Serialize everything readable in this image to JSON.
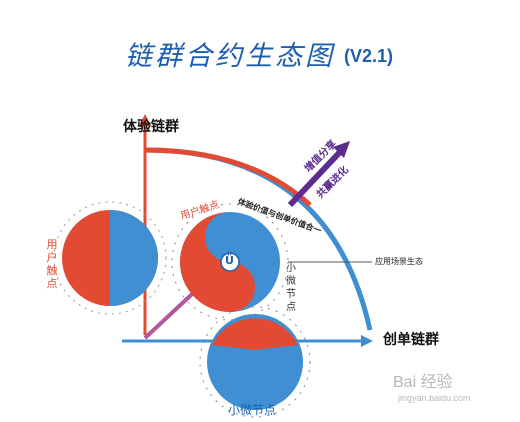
{
  "title": "链群合约生态图",
  "version": "(V2.1)",
  "axis_y_label": "体验链群",
  "axis_x_label": "创单链群",
  "left_circle_label": "用户触点",
  "center_top_label": "用户触点",
  "center_right_label": "小微节点",
  "bottom_label": "小微节点",
  "arc_text": "体验价值与创单价值合一",
  "arrow_text_1": "增值分享",
  "arrow_text_2": "共赢进化",
  "ecosystem_label": "应用场景生态",
  "center_badge": "Ü",
  "watermark": "Bai 经验",
  "watermark_sub": "jingyan.baidu.com",
  "colors": {
    "red": "#e24a33",
    "blue": "#3f8fd2",
    "dark_blue": "#1d5fae",
    "purple": "#5b2d8e"
  }
}
